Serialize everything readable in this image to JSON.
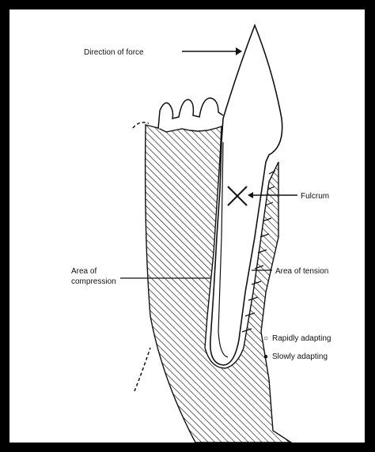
{
  "labels": {
    "direction_of_force": "Direction of force",
    "fulcrum": "Fulcrum",
    "area_of_compression_line1": "Area of",
    "area_of_compression_line2": "compression",
    "area_of_tension": "Area of tension"
  },
  "legend": {
    "rapidly_adapting": "Rapidly adapting",
    "slowly_adapting": "Slowly adapting",
    "rapidly_symbol": "○",
    "slowly_symbol": "●"
  },
  "colors": {
    "frame": "#000000",
    "line": "#111111",
    "background": "#ffffff"
  }
}
